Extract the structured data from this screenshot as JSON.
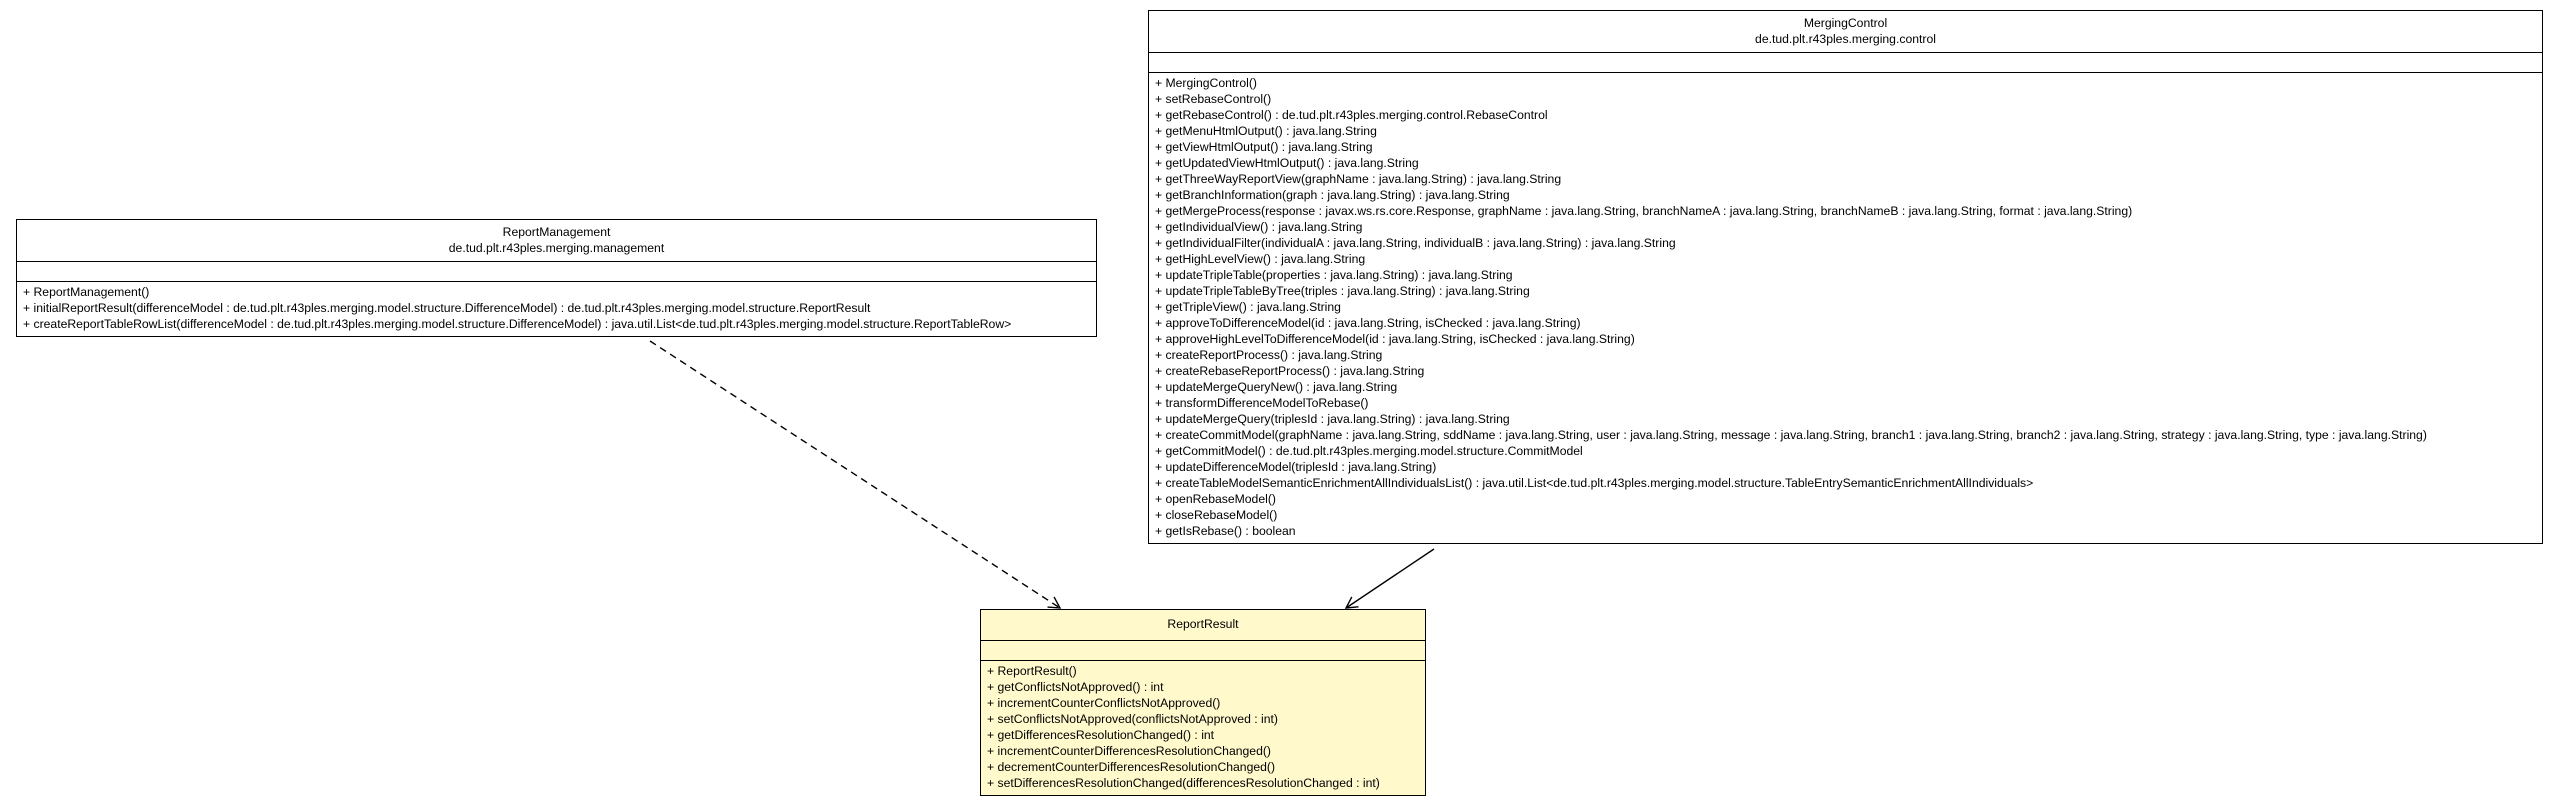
{
  "classes": {
    "report_management": {
      "name": "ReportManagement",
      "package": "de.tud.plt.r43ples.merging.management",
      "operations": [
        "+ ReportManagement()",
        "+ initialReportResult(differenceModel : de.tud.plt.r43ples.merging.model.structure.DifferenceModel) : de.tud.plt.r43ples.merging.model.structure.ReportResult",
        "+ createReportTableRowList(differenceModel : de.tud.plt.r43ples.merging.model.structure.DifferenceModel) : java.util.List<de.tud.plt.r43ples.merging.model.structure.ReportTableRow>"
      ]
    },
    "merging_control": {
      "name": "MergingControl",
      "package": "de.tud.plt.r43ples.merging.control",
      "operations": [
        "+ MergingControl()",
        "+ setRebaseControl()",
        "+ getRebaseControl() : de.tud.plt.r43ples.merging.control.RebaseControl",
        "+ getMenuHtmlOutput() : java.lang.String",
        "+ getViewHtmlOutput() : java.lang.String",
        "+ getUpdatedViewHtmlOutput() : java.lang.String",
        "+ getThreeWayReportView(graphName : java.lang.String) : java.lang.String",
        "+ getBranchInformation(graph : java.lang.String) : java.lang.String",
        "+ getMergeProcess(response : javax.ws.rs.core.Response, graphName : java.lang.String, branchNameA : java.lang.String, branchNameB : java.lang.String, format : java.lang.String)",
        "+ getIndividualView() : java.lang.String",
        "+ getIndividualFilter(individualA : java.lang.String, individualB : java.lang.String) : java.lang.String",
        "+ getHighLevelView() : java.lang.String",
        "+ updateTripleTable(properties : java.lang.String) : java.lang.String",
        "+ updateTripleTableByTree(triples : java.lang.String) : java.lang.String",
        "+ getTripleView() : java.lang.String",
        "+ approveToDifferenceModel(id : java.lang.String, isChecked : java.lang.String)",
        "+ approveHighLevelToDifferenceModel(id : java.lang.String, isChecked : java.lang.String)",
        "+ createReportProcess() : java.lang.String",
        "+ createRebaseReportProcess() : java.lang.String",
        "+ updateMergeQueryNew() : java.lang.String",
        "+ transformDifferenceModelToRebase()",
        "+ updateMergeQuery(triplesId : java.lang.String) : java.lang.String",
        "+ createCommitModel(graphName : java.lang.String, sddName : java.lang.String, user : java.lang.String, message : java.lang.String, branch1 : java.lang.String, branch2 : java.lang.String, strategy : java.lang.String, type : java.lang.String)",
        "+ getCommitModel() : de.tud.plt.r43ples.merging.model.structure.CommitModel",
        "+ updateDifferenceModel(triplesId : java.lang.String)",
        "+ createTableModelSemanticEnrichmentAllIndividualsList() : java.util.List<de.tud.plt.r43ples.merging.model.structure.TableEntrySemanticEnrichmentAllIndividuals>",
        "+ openRebaseModel()",
        "+ closeRebaseModel()",
        "+ getIsRebase() : boolean"
      ]
    },
    "report_result": {
      "name": "ReportResult",
      "package": "",
      "operations": [
        "+ ReportResult()",
        "+ getConflictsNotApproved() : int",
        "+ incrementCounterConflictsNotApproved()",
        "+ setConflictsNotApproved(conflictsNotApproved : int)",
        "+ getDifferencesResolutionChanged() : int",
        "+ incrementCounterDifferencesResolutionChanged()",
        "+ decrementCounterDifferencesResolutionChanged()",
        "+ setDifferencesResolutionChanged(differencesResolutionChanged : int)"
      ]
    }
  },
  "relations": [
    {
      "from": "ReportManagement",
      "to": "ReportResult",
      "kind": "dependency"
    },
    {
      "from": "MergingControl",
      "to": "ReportResult",
      "kind": "association"
    }
  ],
  "colors": {
    "highlight_fill": "#fff9cc",
    "line": "#000000"
  }
}
